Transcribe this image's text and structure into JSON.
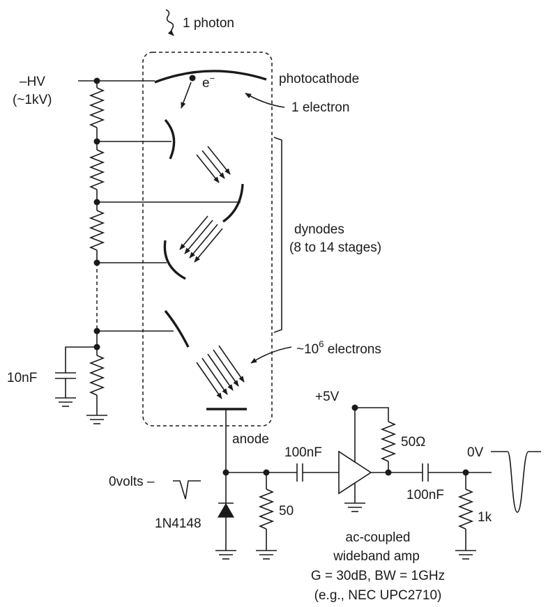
{
  "labels": {
    "photon": "1 photon",
    "hv": "–HV",
    "hv_value": "(~1kV)",
    "electron_symbol": "e",
    "electron_sup": "−",
    "photocathode": "photocathode",
    "one_electron": "1 electron",
    "dynodes": "dynodes",
    "dynode_stages": "(8 to 14 stages)",
    "gain_prefix": "~10",
    "gain_exponent": "6",
    "gain_suffix": " electrons",
    "bypass_cap": "10nF",
    "anode": "anode",
    "supply": "+5V",
    "input_cap": "100nF",
    "output_cap": "100nF",
    "pullup": "50Ω",
    "output_level": "0V",
    "input_level": "0volts –",
    "diode": "1N4148",
    "termination": "50",
    "load": "1k",
    "amp_line1": "ac-coupled",
    "amp_line2": "wideband amp",
    "amp_line3": "G = 30dB, BW = 1GHz",
    "amp_line4": "(e.g., NEC UPC2710)"
  },
  "colors": {
    "ink": "#1a1a1a",
    "background": "#ffffff"
  },
  "icons": {
    "photon": "wavy-arrow",
    "resistor": "zigzag",
    "capacitor": "parallel-plates",
    "ground": "ground-symbol",
    "diode": "diode-triangle",
    "amplifier": "triangle"
  }
}
